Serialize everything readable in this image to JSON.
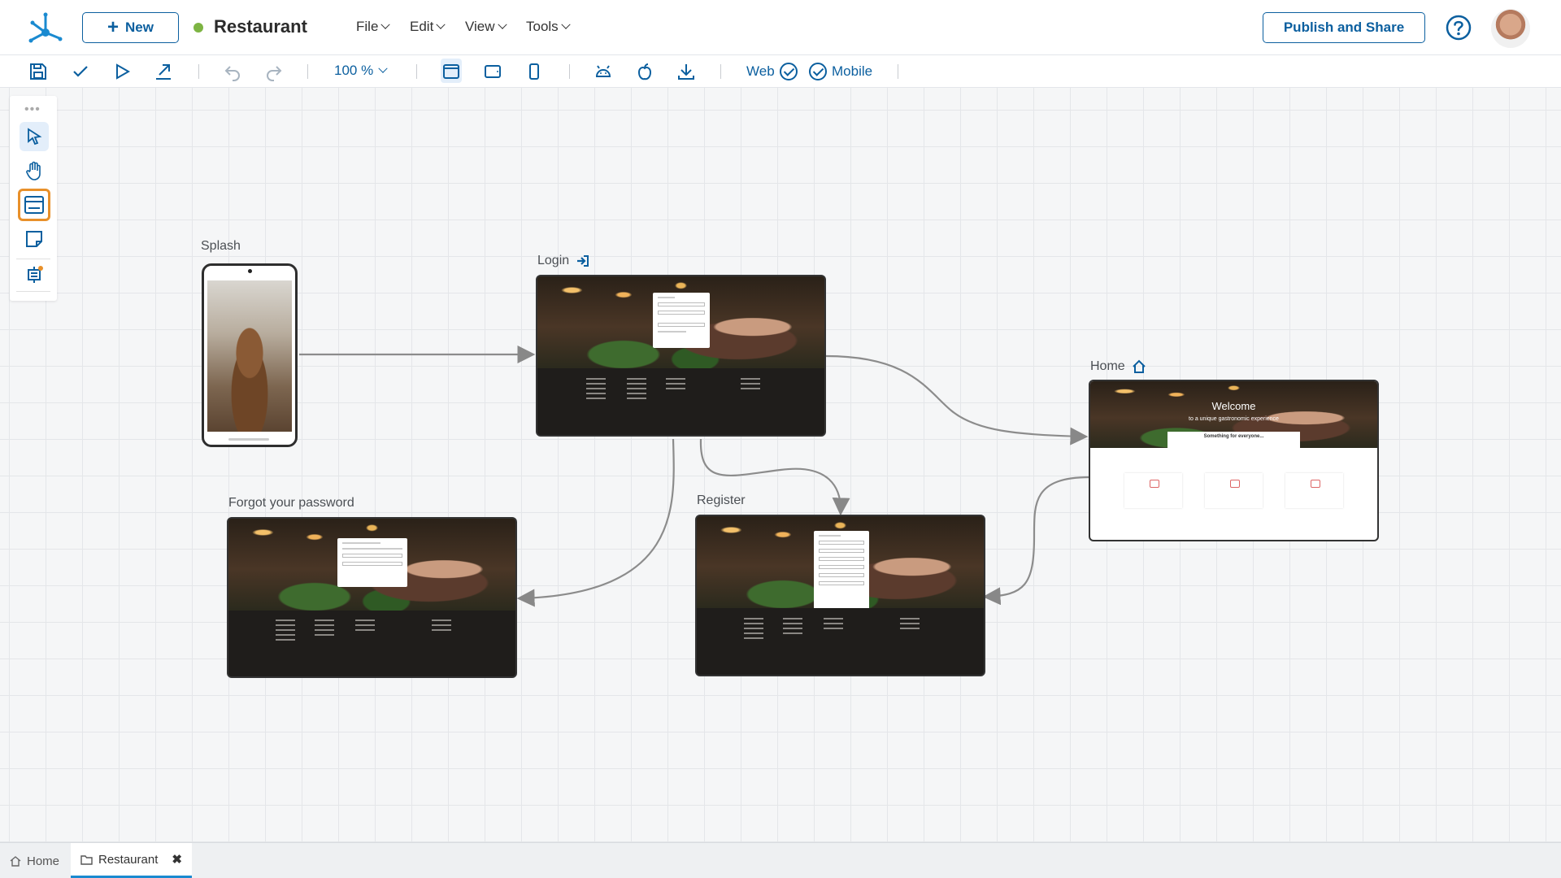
{
  "header": {
    "new_label": "New",
    "project_name": "Restaurant",
    "status_color": "#7db443",
    "menus": [
      {
        "label": "File"
      },
      {
        "label": "Edit"
      },
      {
        "label": "View"
      },
      {
        "label": "Tools"
      }
    ],
    "publish_label": "Publish and Share",
    "help_icon": "question-circle-icon",
    "accent_color": "#0b5f9f"
  },
  "toolbar": {
    "zoom": "100 %",
    "platforms": {
      "web": "Web",
      "mobile": "Mobile"
    }
  },
  "canvas": {
    "screens": {
      "splash": "Splash",
      "login": "Login",
      "home": "Home",
      "forgot": "Forgot your password",
      "register": "Register"
    },
    "home_preview": {
      "welcome": "Welcome",
      "subtitle": "to a unique gastronomic experience",
      "panel_title": "Something for everyone..."
    }
  },
  "bottom_tabs": [
    {
      "label": "Home",
      "icon": "home-icon"
    },
    {
      "label": "Restaurant",
      "icon": "folder-icon",
      "active": true
    }
  ]
}
